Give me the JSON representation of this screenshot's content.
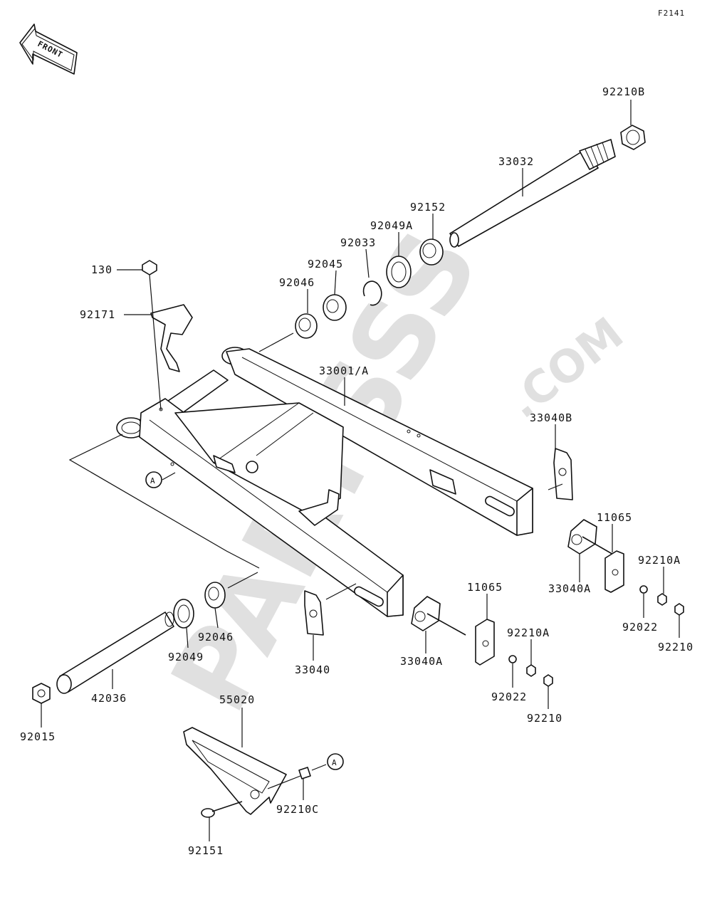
{
  "figure_code": "F2141",
  "front_arrow": {
    "text": "FRONT"
  },
  "watermark": {
    "brand": "PARTSSS",
    "suffix": ".COM"
  },
  "reference_marker": "A",
  "part_labels": [
    {
      "id": "92210B",
      "text": "92210B"
    },
    {
      "id": "33032",
      "text": "33032"
    },
    {
      "id": "92152",
      "text": "92152"
    },
    {
      "id": "92049A",
      "text": "92049A"
    },
    {
      "id": "92033",
      "text": "92033"
    },
    {
      "id": "92045",
      "text": "92045"
    },
    {
      "id": "92046-top",
      "text": "92046"
    },
    {
      "id": "130",
      "text": "130"
    },
    {
      "id": "92171",
      "text": "92171"
    },
    {
      "id": "33001A",
      "text": "33001/A"
    },
    {
      "id": "33040B",
      "text": "33040B"
    },
    {
      "id": "11065-right",
      "text": "11065"
    },
    {
      "id": "92210A-right",
      "text": "92210A"
    },
    {
      "id": "33040A-right",
      "text": "33040A"
    },
    {
      "id": "92022-right",
      "text": "92022"
    },
    {
      "id": "92210-right",
      "text": "92210"
    },
    {
      "id": "11065-mid",
      "text": "11065"
    },
    {
      "id": "92210A-mid",
      "text": "92210A"
    },
    {
      "id": "33040A-mid",
      "text": "33040A"
    },
    {
      "id": "92022-mid",
      "text": "92022"
    },
    {
      "id": "92210-mid",
      "text": "92210"
    },
    {
      "id": "33040",
      "text": "33040"
    },
    {
      "id": "92046-bottom",
      "text": "92046"
    },
    {
      "id": "92049",
      "text": "92049"
    },
    {
      "id": "42036",
      "text": "42036"
    },
    {
      "id": "92015",
      "text": "92015"
    },
    {
      "id": "55020",
      "text": "55020"
    },
    {
      "id": "92210C",
      "text": "92210C"
    },
    {
      "id": "92151",
      "text": "92151"
    }
  ]
}
